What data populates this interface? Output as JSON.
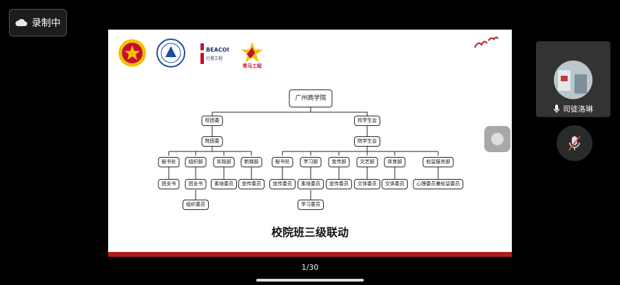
{
  "recording": {
    "label": "录制中",
    "icon": "cloud-icon"
  },
  "slide": {
    "root": "广州商学院",
    "left_branch": {
      "l1": "校团委",
      "l2": "院团委",
      "depts": [
        "秘书处",
        "组织部",
        "实践部",
        "新媒部"
      ],
      "roles": [
        "团支书",
        "团支书",
        "素培委员",
        "宣传委员"
      ],
      "extra": "组织委员"
    },
    "right_branch": {
      "l1": "校学生会",
      "l2": "院学生会",
      "depts": [
        "秘书处",
        "学习部",
        "宣传部",
        "文艺部",
        "体育部",
        "权益服务部"
      ],
      "roles": [
        "宣传委员",
        "素培委员",
        "宣传委员",
        "文体委员",
        "文体委员",
        "心理委员兼权益委员"
      ],
      "extra": "学习委员"
    },
    "title": "校院班三级联动",
    "logos": {
      "youth_league": "中国共青团",
      "beacon_title": "BEACON PROJECT",
      "beacon_sub": "灯塔工程",
      "bluehorse": "青马工程"
    }
  },
  "pager": {
    "text": "1/30"
  },
  "participant": {
    "name": "司徒洛琳",
    "mic_icon": "microphone-icon"
  },
  "controls": {
    "mute_icon": "microphone-muted-icon",
    "float_icon": "floating-ball-icon"
  },
  "colors": {
    "accent_red": "#b31a1a",
    "background": "#000000"
  }
}
